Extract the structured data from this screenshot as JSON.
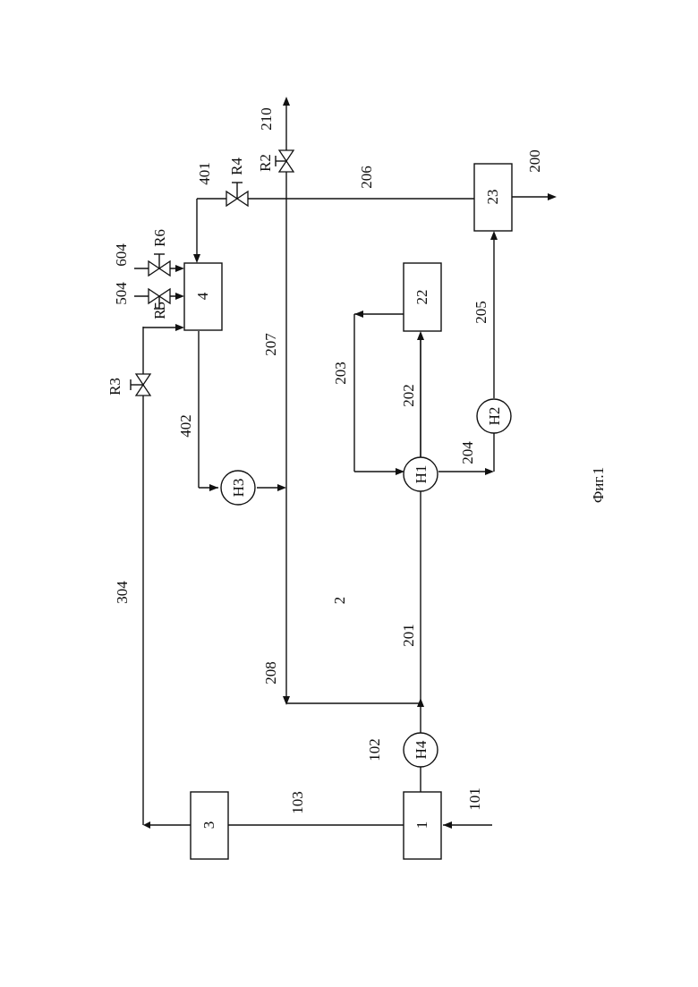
{
  "figure": {
    "caption": "Фиг.1",
    "section_label": "2"
  },
  "units": {
    "u1": "1",
    "u3": "3",
    "u4": "4",
    "u22": "22",
    "u23": "23"
  },
  "pumps": {
    "h1": "H1",
    "h2": "H2",
    "h3": "H3",
    "h4": "H4"
  },
  "valves": {
    "r2": "R2",
    "r3": "R3",
    "r4": "R4",
    "r5": "R5",
    "r6": "R6"
  },
  "streams": {
    "s101": "101",
    "s102": "102",
    "s103": "103",
    "s200": "200",
    "s201": "201",
    "s202": "202",
    "s203": "203",
    "s204": "204",
    "s205": "205",
    "s206": "206",
    "s207": "207",
    "s208": "208",
    "s210": "210",
    "s304": "304",
    "s401": "401",
    "s402": "402",
    "s504": "504",
    "s604": "604"
  }
}
